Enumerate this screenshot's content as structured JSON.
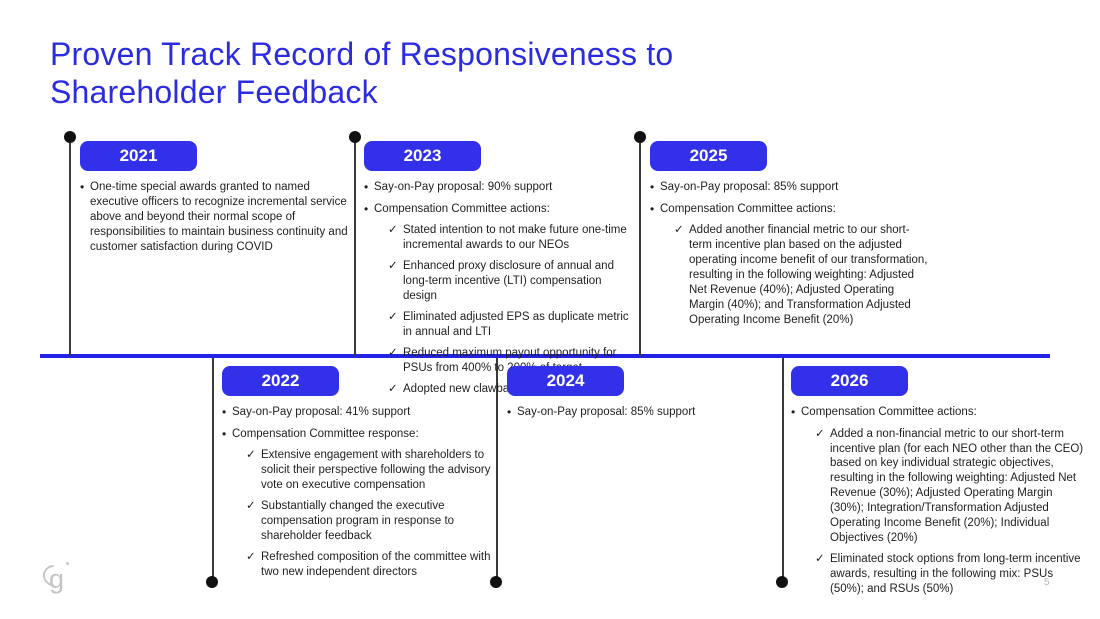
{
  "slide": {
    "title": "Proven Track Record of Responsiveness to Shareholder Feedback",
    "page_number": "5",
    "logo_glyph": "g"
  },
  "glyphs": {
    "bullet": "•",
    "check": "✓"
  },
  "colors": {
    "title_blue": "#2b2ce2",
    "badge_blue": "#3330ea",
    "axis_blue": "#2323e6",
    "text": "#1f1f1f",
    "connector_gray": "#3a3a3a"
  },
  "timeline": {
    "entries": [
      {
        "year": "2021",
        "row": "top",
        "items": [
          {
            "type": "bullet",
            "text": "One-time special awards granted to named executive officers to recognize incremental service above and beyond their normal scope of responsibilities to maintain business continuity and customer satisfaction during COVID"
          }
        ]
      },
      {
        "year": "2022",
        "row": "bottom",
        "items": [
          {
            "type": "bullet",
            "text": "Say-on-Pay proposal: 41% support"
          },
          {
            "type": "bullet",
            "text": "Compensation Committee response:"
          },
          {
            "type": "check",
            "text": "Extensive engagement with shareholders to solicit their perspective following the advisory vote on executive compensation"
          },
          {
            "type": "check",
            "text": "Substantially changed the executive compensation program in response to shareholder feedback"
          },
          {
            "type": "check",
            "text": "Refreshed composition of the committee with two new independent directors"
          }
        ]
      },
      {
        "year": "2023",
        "row": "top",
        "items": [
          {
            "type": "bullet",
            "text": "Say-on-Pay proposal: 90% support"
          },
          {
            "type": "bullet",
            "text": "Compensation Committee actions:"
          },
          {
            "type": "check",
            "text": "Stated intention to not make future one-time incremental awards to our NEOs"
          },
          {
            "type": "check",
            "text": "Enhanced proxy disclosure of annual and long-term incentive (LTI) compensation design"
          },
          {
            "type": "check",
            "text": "Eliminated  adjusted EPS as duplicate metric in annual and LTI"
          },
          {
            "type": "check",
            "text": "Reduced maximum payout opportunity for PSUs from 400% to 200% of target"
          },
          {
            "type": "check",
            "text": "Adopted new clawback policy"
          }
        ]
      },
      {
        "year": "2024",
        "row": "bottom",
        "items": [
          {
            "type": "bullet",
            "text": "Say-on-Pay proposal: 85% support"
          }
        ]
      },
      {
        "year": "2025",
        "row": "top",
        "items": [
          {
            "type": "bullet",
            "text": "Say-on-Pay proposal: 85% support"
          },
          {
            "type": "bullet",
            "text": "Compensation Committee actions:"
          },
          {
            "type": "check",
            "text": "Added another financial metric to our short-term incentive plan based on the adjusted operating income benefit of our transformation, resulting in the following weighting: Adjusted Net Revenue (40%); Adjusted Operating Margin (40%); and Transformation Adjusted Operating Income Benefit (20%)"
          }
        ]
      },
      {
        "year": "2026",
        "row": "bottom",
        "items": [
          {
            "type": "bullet",
            "text": "Compensation Committee actions:"
          },
          {
            "type": "check",
            "text": "Added a non-financial metric to our short-term incentive plan (for each NEO other than the CEO) based on key individual strategic objectives, resulting in the following weighting: Adjusted Net Revenue (30%); Adjusted Operating Margin (30%); Integration/Transformation Adjusted Operating Income Benefit (20%); Individual Objectives (20%)"
          },
          {
            "type": "check",
            "text": "Eliminated stock options from long-term incentive awards, resulting in the following mix: PSUs (50%); and RSUs (50%)"
          }
        ]
      }
    ]
  }
}
